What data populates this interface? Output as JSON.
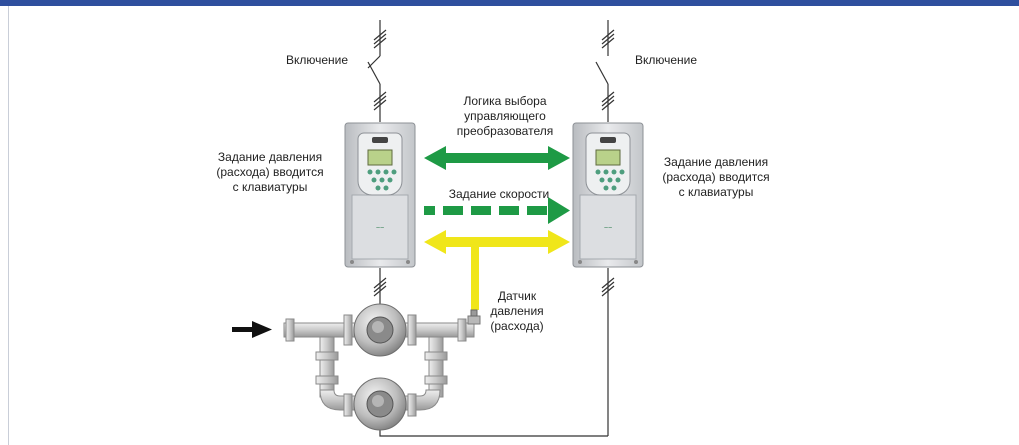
{
  "labels": {
    "power_left": "Включение",
    "power_right": "Включение",
    "logic": [
      "Логика выбора",
      "управляющего",
      "преобразователя"
    ],
    "left_setpoint": [
      "Задание давления",
      "(расхода) вводится",
      "с клавиатуры"
    ],
    "right_setpoint": [
      "Задание давления",
      "(расхода) вводится",
      "с клавиатуры"
    ],
    "speed": "Задание скорости",
    "sensor": [
      "Датчик",
      "давления",
      "(расхода)"
    ]
  },
  "colors": {
    "header_bar": "#2f4f9e",
    "green_arrow": "#1e9a45",
    "yellow_arrow": "#f0e61a",
    "pipe": "#c8c8c8",
    "wire": "#333333"
  }
}
